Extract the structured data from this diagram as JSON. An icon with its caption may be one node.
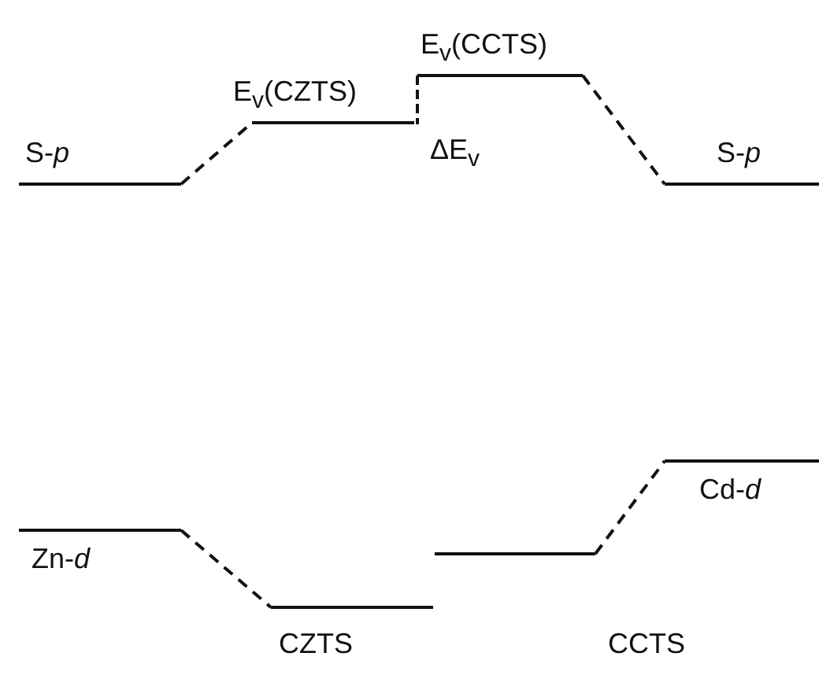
{
  "diagram": {
    "nodes": [
      {
        "text": [
          "S-*p*"
        ]
      },
      {
        "text": [
          "E$_{v}$(CZTS)"
        ]
      },
      {
        "text": [
          "E$_{v}$(CCTS)"
        ]
      },
      {
        "text": [
          "S-*p*"
        ]
      },
      {
        "text": [
          "Zn-*d*"
        ]
      },
      {
        "text": [],
        "shape": "bar"
      },
      {
        "text": [],
        "shape": "bar"
      },
      {
        "text": [
          "Cd-*d*"
        ]
      }
    ],
    "edges": [
      {
        "from": 0,
        "to": 1,
        "arrow": "none",
        "style": "dashed"
      },
      {
        "from": 2,
        "to": 3,
        "arrow": "none",
        "style": "dashed"
      },
      {
        "from": 4,
        "to": 5,
        "arrow": "none",
        "style": "dashed"
      },
      {
        "from": 6,
        "to": 7,
        "arrow": "none",
        "style": "dashed"
      }
    ],
    "labels": [
      "ΔE$_{v}$",
      "CZTS",
      "CCTS"
    ]
  }
}
